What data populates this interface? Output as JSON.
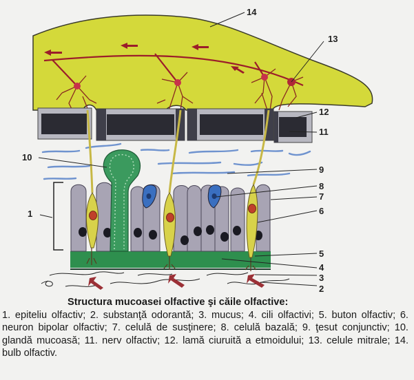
{
  "figure": {
    "labels": [
      {
        "n": "1",
        "text": "1"
      },
      {
        "n": "2",
        "text": "2"
      },
      {
        "n": "3",
        "text": "3"
      },
      {
        "n": "4",
        "text": "4"
      },
      {
        "n": "5",
        "text": "5"
      },
      {
        "n": "6",
        "text": "6"
      },
      {
        "n": "7",
        "text": "7"
      },
      {
        "n": "8",
        "text": "8"
      },
      {
        "n": "9",
        "text": "9"
      },
      {
        "n": "10",
        "text": "10"
      },
      {
        "n": "11",
        "text": "11"
      },
      {
        "n": "12",
        "text": "12"
      },
      {
        "n": "13",
        "text": "13"
      },
      {
        "n": "14",
        "text": "14"
      }
    ],
    "colors": {
      "bulb": "#d4d93a",
      "axon": "#9b1d2a",
      "nerve_block": "#2b2b33",
      "bone": "#a9a9b3",
      "gland": "#3b9a5e",
      "mucus_base": "#2e8f4e",
      "support_cell": "#a8a4b4",
      "basal_cell": "#3a6fc0",
      "neuron": "#d8d24a",
      "neuron_nucleus": "#c0402a",
      "tissue_wave": "#6f93cf"
    }
  },
  "caption": {
    "title": "Structura mucoasei olfactive şi căile olfactive:",
    "body": "1. epiteliu olfactiv; 2. substanţă odorantă; 3. mucus; 4. cili olfactivi; 5. buton olfactiv; 6. neuron bipolar olfactiv; 7. celulă de susţinere; 8. celulă bazală; 9. ţesut conjunctiv; 10. glandă mucoasă; 11. nerv olfactiv; 12. lamă ciuruită a etmoidului; 13. celule mitrale; 14. bulb olfactiv."
  }
}
